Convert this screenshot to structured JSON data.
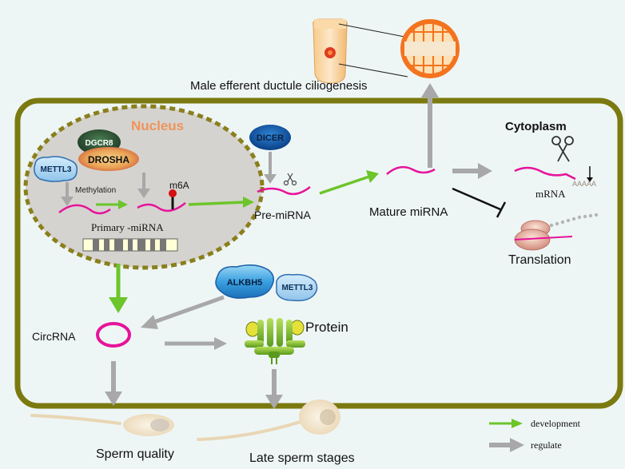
{
  "labels": {
    "top_caption": "Male efferent ductule ciliogenesis",
    "nucleus": "Nucleus",
    "cytoplasm": "Cytoplasm",
    "dgcr8": "DGCR8",
    "drosha": "DROSHA",
    "mettl3_nucleus": "METTL3",
    "methylation": "Methylation",
    "m6a": "m6A",
    "primary_mirna": "Primary  -miRNA",
    "dicer": "DICER",
    "pre_mirna": "Pre-miRNA",
    "mature_mirna": "Mature miRNA",
    "mrna": "mRNA",
    "polya": "AAAAA",
    "translation": "Translation",
    "alkbh5": "ALKBH5",
    "mettl3_cyto": "METTL3",
    "circrna": "CircRNA",
    "protein": "Protein",
    "sperm_quality": "Sperm quality",
    "late_sperm_stages": "Late sperm stages"
  },
  "legend": {
    "development": "development",
    "regulate": "regulate"
  },
  "colors": {
    "background": "#eef6f5",
    "cell_border": "#7b7a10",
    "nucleus_fill": "#d5d3cf",
    "nucleus_border": "#8a7f1c",
    "nucleus_text": "#f0935a",
    "rna_magenta": "#e6139a",
    "development_arrow": "#6cc52a",
    "regulate_arrow": "#a8a8a8"
  }
}
